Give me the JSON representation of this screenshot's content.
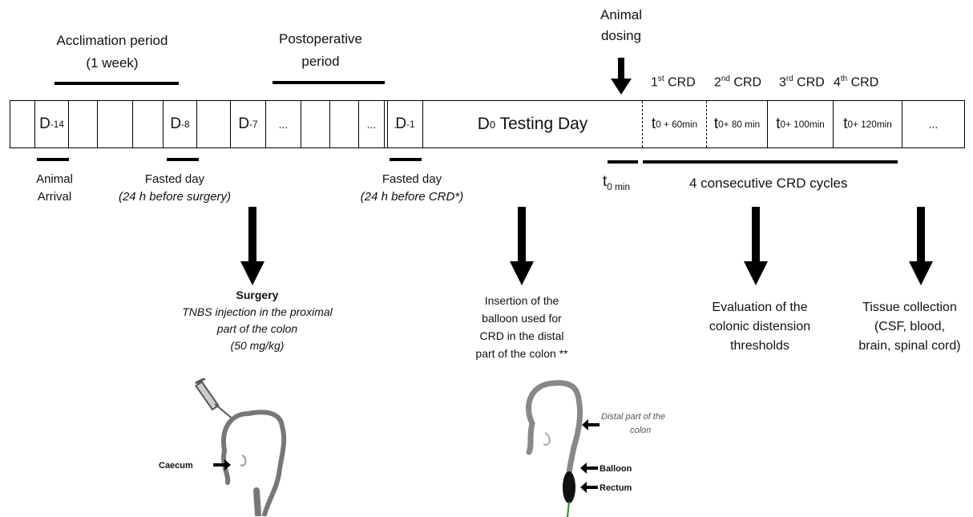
{
  "top": {
    "acclimation": {
      "line1": "Acclimation period",
      "line2": "(1 week)"
    },
    "postoperative": {
      "line1": "Postoperative",
      "line2": "period"
    },
    "dosing": {
      "line1": "Animal",
      "line2": "dosing"
    },
    "crd_headers": [
      {
        "num": "1",
        "sup": "st",
        "text": "CRD"
      },
      {
        "num": "2",
        "sup": "nd",
        "text": "CRD"
      },
      {
        "num": "3",
        "sup": "rd",
        "text": "CRD"
      },
      {
        "num": "4",
        "sup": "th",
        "text": "CRD"
      }
    ]
  },
  "timeline": {
    "d14": {
      "base": "D",
      "sub": "-14"
    },
    "d8": {
      "base": "D",
      "sub": "-8"
    },
    "d7": {
      "base": "D",
      "sub": "-7"
    },
    "ellipsis": "...",
    "d1": {
      "base": "D",
      "sub": "-1"
    },
    "d0": {
      "base": "D",
      "sub": "0",
      "rest": " Testing Day"
    },
    "t_cells": [
      {
        "base": "t",
        "sub": "0 + 60min"
      },
      {
        "base": "t",
        "sub": "0+ 80 min"
      },
      {
        "base": "t",
        "sub": "0+ 100min"
      },
      {
        "base": "t",
        "sub": "0+ 120min"
      }
    ]
  },
  "below": {
    "arrival": {
      "line1": "Animal",
      "line2": "Arrival"
    },
    "fasted1": {
      "line1": "Fasted day",
      "line2": "(24 h before surgery)"
    },
    "fasted2": {
      "line1": "Fasted day",
      "line2": "(24 h before CRD*)"
    },
    "t0": {
      "base": "t",
      "sub": "0 min"
    },
    "cycles": "4 consecutive CRD cycles"
  },
  "surgery": {
    "title": "Surgery",
    "line1": "TNBS injection in the proximal",
    "line2": "part of the colon",
    "line3": "(50 mg/kg)",
    "caecum": "Caecum"
  },
  "balloon": {
    "line1": "Insertion of the",
    "line2": "balloon used for",
    "line3": "CRD in the distal",
    "line4": "part of the colon **",
    "distal1": "Distal part of the",
    "distal2": "colon",
    "balloon_label": "Balloon",
    "rectum_label": "Rectum"
  },
  "evaluation": {
    "line1": "Evaluation of the",
    "line2": "colonic distension",
    "line3": "thresholds"
  },
  "tissue": {
    "line1": "Tissue collection",
    "line2": "(CSF, blood,",
    "line3": "brain, spinal cord)"
  }
}
